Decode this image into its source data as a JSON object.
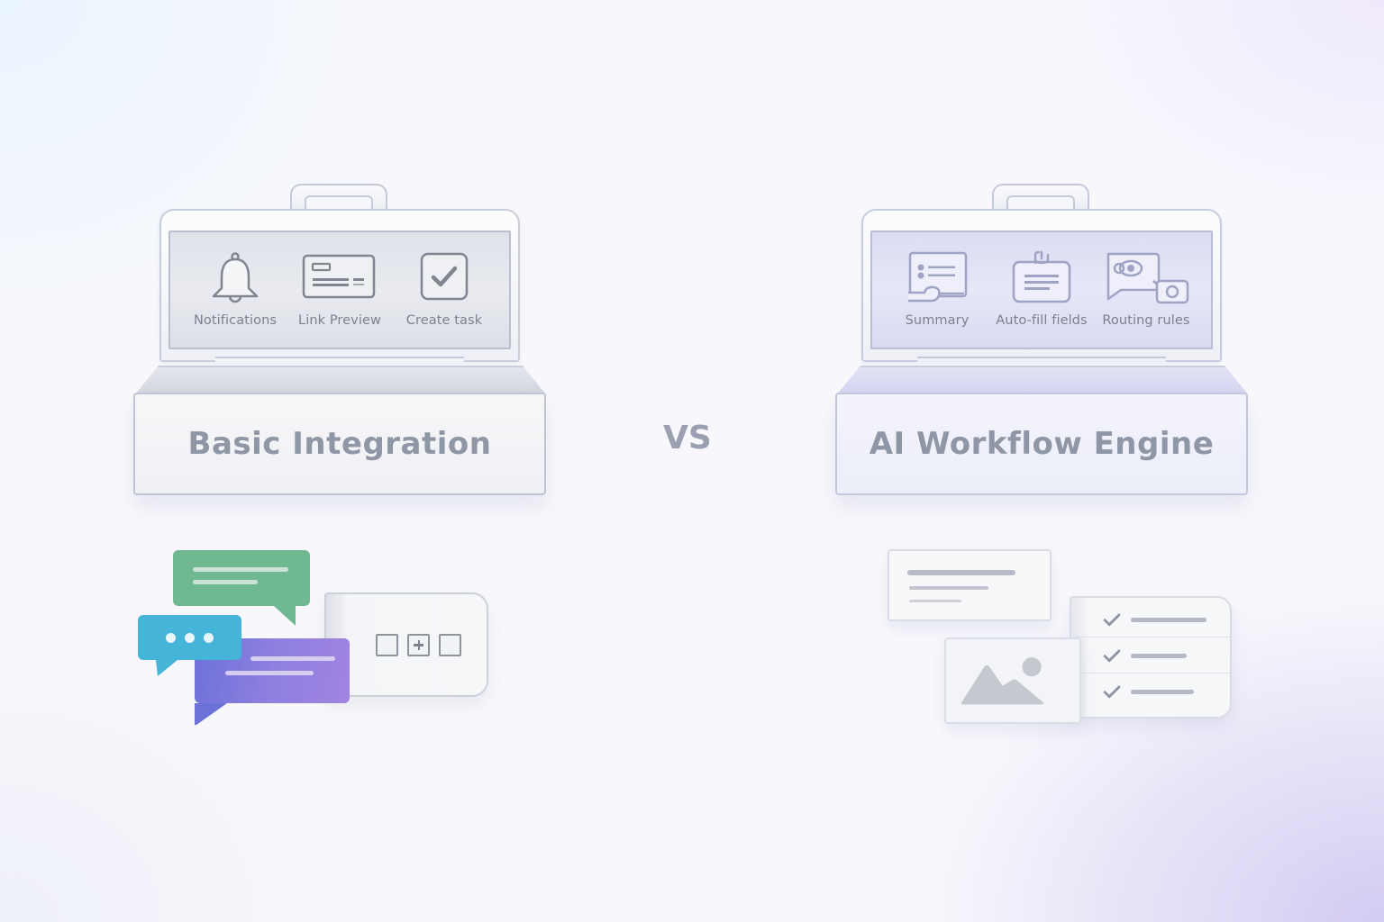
{
  "comparison": {
    "separator": "VS",
    "left": {
      "title": "Basic Integration",
      "theme_color": "#dfe2e9",
      "features": [
        {
          "label": "Notifications",
          "icon": "bell-icon"
        },
        {
          "label": "Link Preview",
          "icon": "link-preview-card-icon"
        },
        {
          "label": "Create task",
          "icon": "checkbox-icon"
        }
      ],
      "illustration": {
        "bubbles": [
          {
            "name": "green-message",
            "color": "#70b892"
          },
          {
            "name": "typing-indicator",
            "color": "#45b4d9",
            "dots": 3
          },
          {
            "name": "purple-message",
            "color": "#8e7fe0"
          }
        ],
        "panel": {
          "controls": [
            "empty-box",
            "plus-box",
            "empty-box"
          ]
        }
      }
    },
    "right": {
      "title": "AI Workflow Engine",
      "theme_color": "#dcdcf4",
      "features": [
        {
          "label": "Summary",
          "icon": "summary-list-icon"
        },
        {
          "label": "Auto-fill fields",
          "icon": "clipboard-form-icon"
        },
        {
          "label": "Routing rules",
          "icon": "routing-eye-icon"
        }
      ],
      "illustration": {
        "cards": [
          "text-document-card",
          "image-placeholder-card",
          "checklist-card"
        ],
        "checklist_items": 3
      }
    }
  }
}
